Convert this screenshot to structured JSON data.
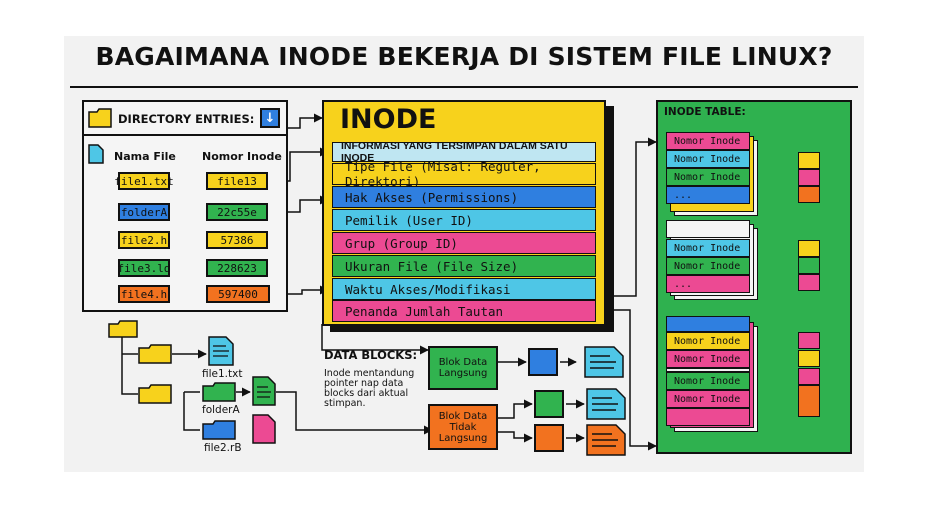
{
  "title": "BAGAIMANA INODE BEKERJA DI SISTEM FILE LINUX?",
  "directory": {
    "header": "DIRECTORY ENTRIES:",
    "col_name": "Nama File",
    "col_inode": "Nomor Inode",
    "entries": [
      {
        "name": "file1.txt",
        "inode": "file13"
      },
      {
        "name": "folderA",
        "inode": "22c55e"
      },
      {
        "name": "file2.h",
        "inode": "57386"
      },
      {
        "name": "file3.ld",
        "inode": "228623"
      },
      {
        "name": "file4.h",
        "inode": "597400"
      }
    ]
  },
  "inode": {
    "title": "INODE",
    "info_header": "INFORMASI YANG TERSIMPAN DALAM SATU INODE",
    "fields": [
      "Tipe File (Misal: Reguler, Direktori)",
      "Hak Akses (Permissions)",
      "Pemilik (User ID)",
      "Grup (Group ID)",
      "Ukuran File (File Size)",
      "Waktu Akses/Modifikasi",
      "Penanda Jumlah Tautan"
    ]
  },
  "inode_table": {
    "header": "INODE TABLE:",
    "groups": [
      [
        "Nomor Inode",
        "Nomor Inode",
        "Nomor Inode",
        "..."
      ],
      [
        "Nomor Inode",
        "Nomor Inode",
        "..."
      ],
      [
        "Nomor Inode",
        "Nomor Inode",
        "Nomor Inode",
        "Nomor Inode"
      ]
    ]
  },
  "data_blocks": {
    "header": "DATA BLOCKS:",
    "description": [
      "Inode mentandung",
      "pointer nap data",
      "blocks dari aktual",
      "stimpan."
    ],
    "direct": [
      "Blok Data",
      "Langsung"
    ],
    "indirect": [
      "Blok Data",
      "Tidak",
      "Langsung"
    ]
  },
  "tree": {
    "files": [
      "file1.txt",
      "folderA",
      "file2.rB"
    ]
  },
  "colors": {
    "yellow": "#f7d21c",
    "blue": "#2f7fe0",
    "cyan": "#4ec6e6",
    "pink": "#ec4a93",
    "green": "#31b34f",
    "orange": "#f2721f",
    "light_blue": "#bfe6f2",
    "table_green": "#2fb14f"
  }
}
